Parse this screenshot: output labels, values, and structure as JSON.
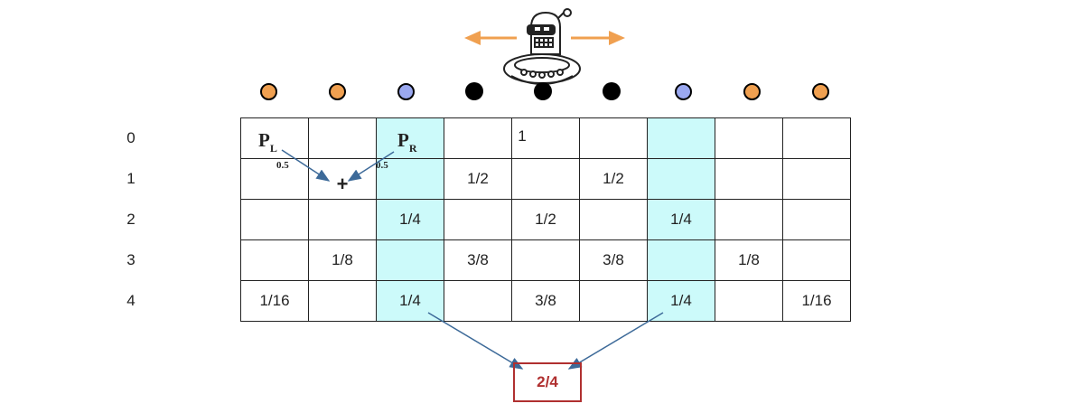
{
  "rows": [
    "0",
    "1",
    "2",
    "3",
    "4"
  ],
  "grid": [
    [
      "",
      "",
      "",
      "",
      "1",
      "",
      "",
      "",
      ""
    ],
    [
      "",
      "+",
      "",
      "1/2",
      "",
      "1/2",
      "",
      "",
      ""
    ],
    [
      "",
      "",
      "1/4",
      "",
      "1/2",
      "",
      "1/4",
      "",
      ""
    ],
    [
      "",
      "1/8",
      "",
      "3/8",
      "",
      "3/8",
      "",
      "1/8",
      ""
    ],
    [
      "1/16",
      "",
      "1/4",
      "",
      "3/8",
      "",
      "1/4",
      "",
      "1/16"
    ]
  ],
  "highlight_columns": [
    2,
    6
  ],
  "dots": [
    "orange",
    "orange",
    "blue",
    "black",
    "black",
    "black",
    "blue",
    "orange",
    "orange"
  ],
  "colors": {
    "orange": "#f0a050",
    "blue": "#9aa8f0",
    "black": "#000000",
    "highlight": "#ccfafa",
    "arrow": "#3d6a99",
    "robot_arrow": "#f0a050",
    "result_border": "#b03030"
  },
  "labels": {
    "pl_main": "P",
    "pl_sub": "L",
    "pr_main": "P",
    "pr_sub": "R",
    "weight_left": "0.5",
    "weight_right": "0.5",
    "plus": "+"
  },
  "result": "2/4",
  "icons": [
    "robot-icon",
    "left-arrow-icon",
    "right-arrow-icon"
  ]
}
